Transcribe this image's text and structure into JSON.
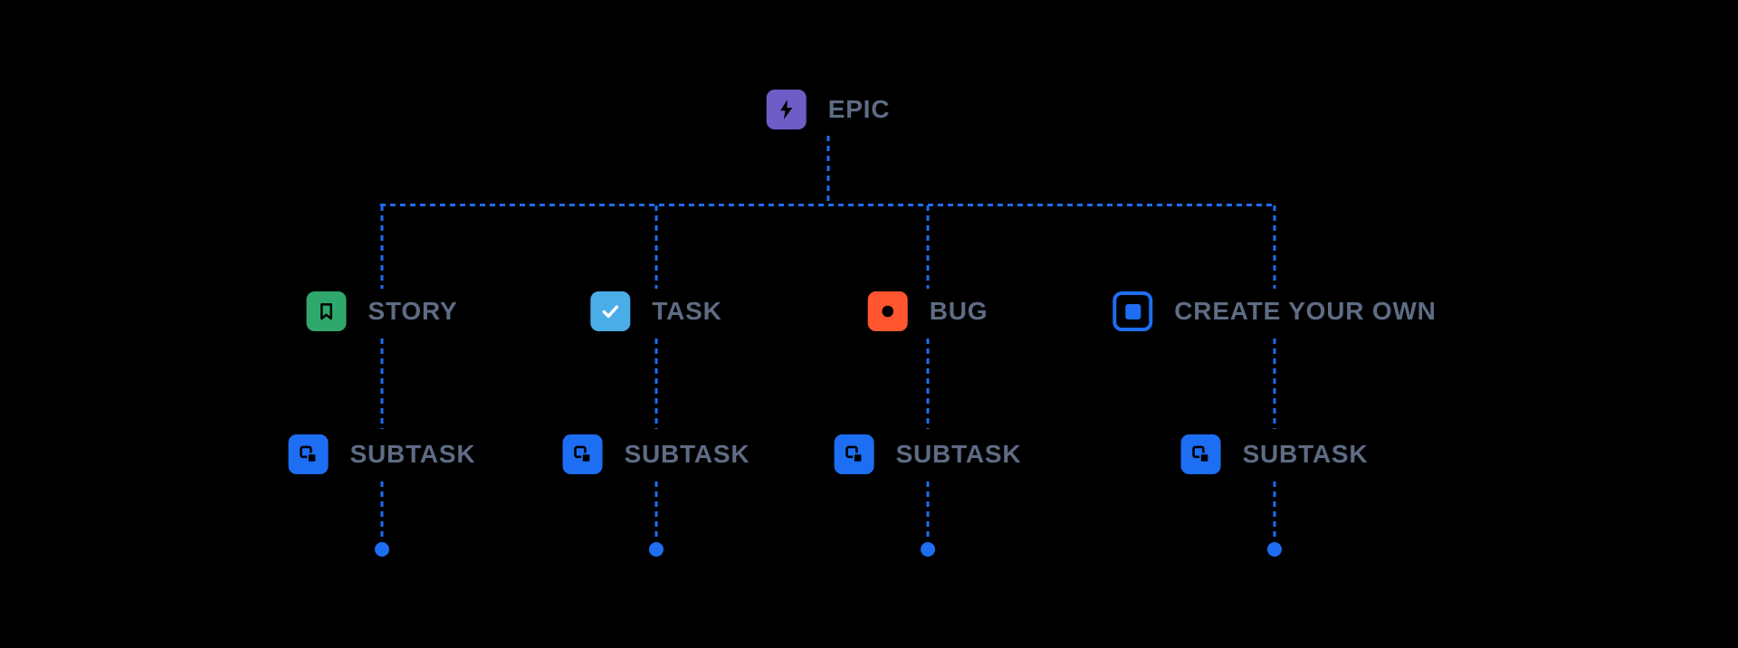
{
  "diagram": {
    "background": "#000000",
    "connector_color": "#1D6EF2",
    "label_color": "#5E6C84",
    "root": {
      "label": "EPIC",
      "icon": "lightning-bolt-icon",
      "icon_color": "#6E5DC6",
      "glyph_color": "#000000"
    },
    "columns": [
      {
        "label": "STORY",
        "icon": "bookmark-icon",
        "icon_color": "#2EA86C",
        "glyph_color": "#000000",
        "child": {
          "label": "SUBTASK",
          "icon": "subtask-squares-icon",
          "icon_color": "#1D6EF2",
          "glyph_color": "#000000"
        }
      },
      {
        "label": "TASK",
        "icon": "checkmark-icon",
        "icon_color": "#4BADE8",
        "glyph_color": "#FFFFFF",
        "child": {
          "label": "SUBTASK",
          "icon": "subtask-squares-icon",
          "icon_color": "#1D6EF2",
          "glyph_color": "#000000"
        }
      },
      {
        "label": "BUG",
        "icon": "filled-circle-icon",
        "icon_color": "#FF5630",
        "glyph_color": "#000000",
        "child": {
          "label": "SUBTASK",
          "icon": "subtask-squares-icon",
          "icon_color": "#1D6EF2",
          "glyph_color": "#000000"
        }
      },
      {
        "label": "CREATE YOUR OWN",
        "icon": "square-outline-icon",
        "icon_color": "#1D6EF2",
        "glyph_color": "#1D6EF2",
        "child": {
          "label": "SUBTASK",
          "icon": "subtask-squares-icon",
          "icon_color": "#1D6EF2",
          "glyph_color": "#000000"
        }
      }
    ],
    "line_terminator": "dot"
  }
}
